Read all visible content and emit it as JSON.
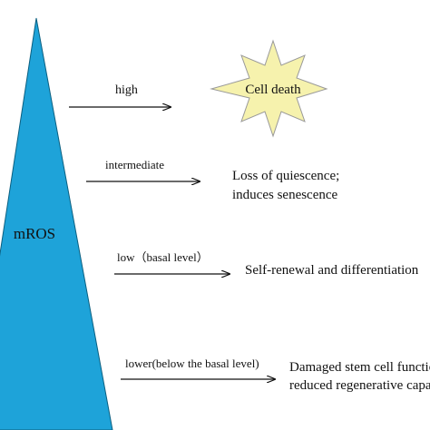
{
  "colors": {
    "triangle_fill": "#1ea3d9",
    "triangle_stroke": "#0b5f80",
    "star_fill": "#f6f2ad",
    "star_stroke": "#999999",
    "arrow": "#111111"
  },
  "triangle_label": "mROS",
  "levels": [
    {
      "level": "high",
      "outcome": [
        "Cell death"
      ]
    },
    {
      "level": "intermediate",
      "outcome": [
        "Loss of quiescence;",
        "induces senescence"
      ]
    },
    {
      "level": "low（basal level）",
      "outcome": [
        "Self-renewal and differentiation"
      ]
    },
    {
      "level": "lower(below the basal level)",
      "outcome": [
        "Damaged stem cell function;",
        "reduced regenerative capacity"
      ]
    }
  ]
}
